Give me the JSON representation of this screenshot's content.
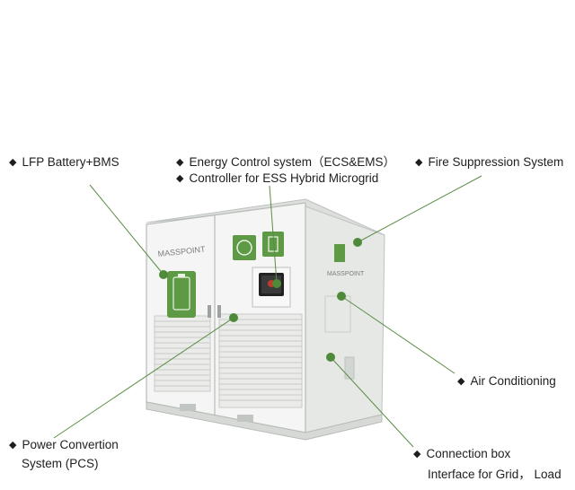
{
  "brand": "MASSPOINT",
  "callouts": {
    "battery": "LFP Battery+BMS",
    "energy_control": "Energy Control system（ECS&EMS）",
    "controller": "Controller for ESS Hybrid Microgrid",
    "fire": "Fire Suppression System",
    "air": "Air Conditioning",
    "pcs_line1": "Power Convertion",
    "pcs_line2": "System (PCS)",
    "connection_line1": "Connection box",
    "connection_line2": "Interface for Grid， Load"
  },
  "bullet_glyph": "◆",
  "colors": {
    "accent": "#4e8a3a",
    "line": "#5b8c45",
    "text": "#1e1e1e",
    "body": "#f2f3f2"
  }
}
